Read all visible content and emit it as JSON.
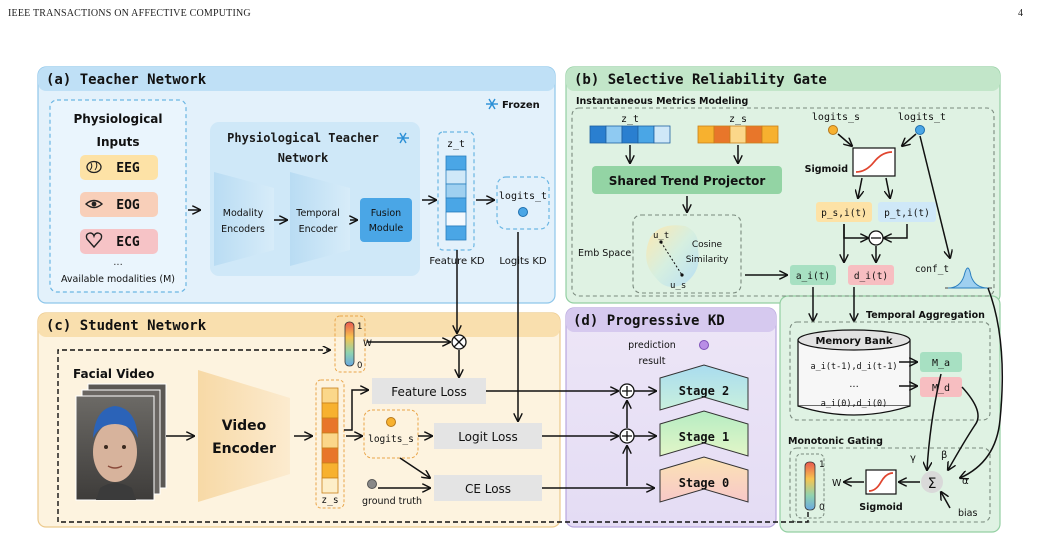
{
  "header": {
    "journal": "IEEE TRANSACTIONS ON AFFECTIVE COMPUTING",
    "page": "4"
  },
  "teacher": {
    "title": "(a) Teacher Network",
    "frozen": "Frozen",
    "inputs_title_1": "Physiological",
    "inputs_title_2": "Inputs",
    "modalities": [
      "EEG",
      "EOG",
      "ECG"
    ],
    "ellipsis": "...",
    "available": "Available modalities (M)",
    "network_title_1": "Physiological Teacher",
    "network_title_2": "Network",
    "modality_encoders_1": "Modality",
    "modality_encoders_2": "Encoders",
    "temporal_encoder_1": "Temporal",
    "temporal_encoder_2": "Encoder",
    "fusion_1": "Fusion",
    "fusion_2": "Module",
    "z_t": "z_t",
    "logits_t": "logits_t",
    "feature_kd": "Feature KD",
    "logits_kd": "Logits KD"
  },
  "gate": {
    "title": "(b) Selective Reliability Gate",
    "metrics_title": "Instantaneous Metrics Modeling",
    "z_t": "z_t",
    "z_s": "z_s",
    "projector": "Shared Trend Projector",
    "emb_space": "Emb Space",
    "u_t": "u_t",
    "u_s": "u_s",
    "cosine_1": "Cosine",
    "cosine_2": "Similarity",
    "logits_s": "logits_s",
    "logits_t": "logits_t",
    "sigmoid": "Sigmoid",
    "p_s": "p_s,i(t)",
    "p_t": "p_t,i(t)",
    "a_i": "a_i(t)",
    "d_i": "d_i(t)",
    "conf_t": "conf_t",
    "temporal_aggregation": "Temporal Aggregation",
    "memory_bank": "Memory Bank",
    "mem_row1": "a_i(t-1),d_i(t-1)",
    "mem_dots": "...",
    "mem_row2": "a_i(0),d_i(0)",
    "M_a": "M_a",
    "M_d": "M_d",
    "monotonic": "Monotonic Gating",
    "gamma": "γ",
    "beta": "β",
    "alpha": "α",
    "sum": "Σ",
    "bias": "bias",
    "sigmoid2": "Sigmoid",
    "w": "W",
    "one": "1",
    "zero": "0"
  },
  "student": {
    "title": "(c) Student Network",
    "w": "W",
    "one": "1",
    "zero": "0",
    "facial_video": "Facial Video",
    "video_encoder_1": "Video",
    "video_encoder_2": "Encoder",
    "z_s": "z_s",
    "logits_s": "logits_s",
    "ground_truth": "ground truth",
    "feature_loss": "Feature Loss",
    "logit_loss": "Logit Loss",
    "ce_loss": "CE Loss"
  },
  "pkd": {
    "title": "(d) Progressive KD",
    "prediction_1": "prediction",
    "prediction_2": "result",
    "stages": [
      "Stage 2",
      "Stage 1",
      "Stage 0"
    ]
  }
}
